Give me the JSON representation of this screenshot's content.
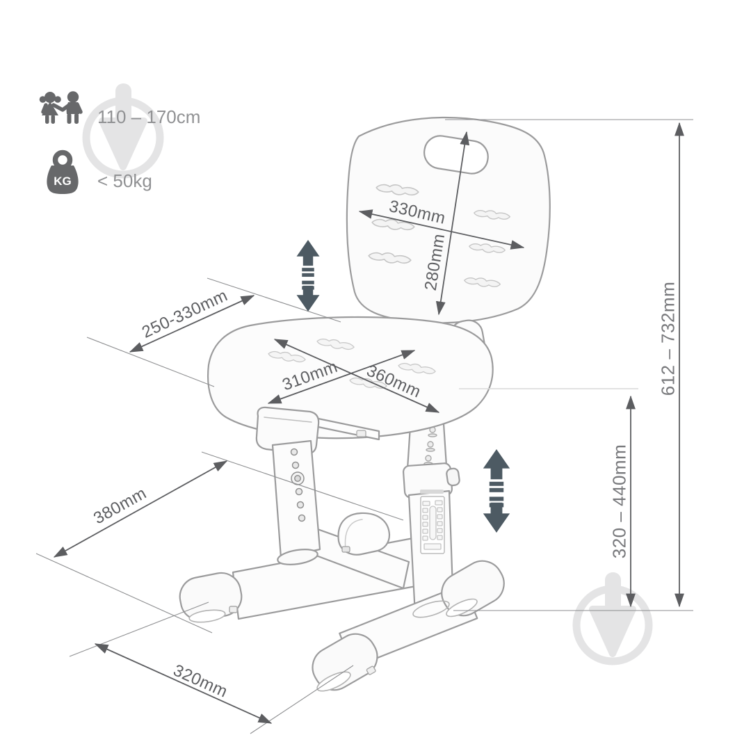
{
  "specs": {
    "age_height": {
      "icon": "children-icon",
      "value": "110 – 170cm"
    },
    "max_weight": {
      "icon": "kettlebell-kg-icon",
      "badge": "KG",
      "value": "< 50kg"
    }
  },
  "dimensions": {
    "backrest_width": "330mm",
    "backrest_height": "280mm",
    "seat_depth_range": "250-330mm",
    "seat_depth": "310mm",
    "seat_width": "360mm",
    "base_length": "380mm",
    "base_width": "320mm",
    "overall_height_range": "612 – 732mm",
    "seat_height_range": "320 – 440mm"
  },
  "colors": {
    "dimension_line": "#5c5d60",
    "dimension_text": "#5e5f62",
    "vertical_dimension_text": "#78797c",
    "drawing_line": "#9b9b9c",
    "height_adjust_arrow": "#4d5a63",
    "icon_gray": "#67686a",
    "spec_text": "#909193",
    "watermark": "#e4e4e5"
  }
}
